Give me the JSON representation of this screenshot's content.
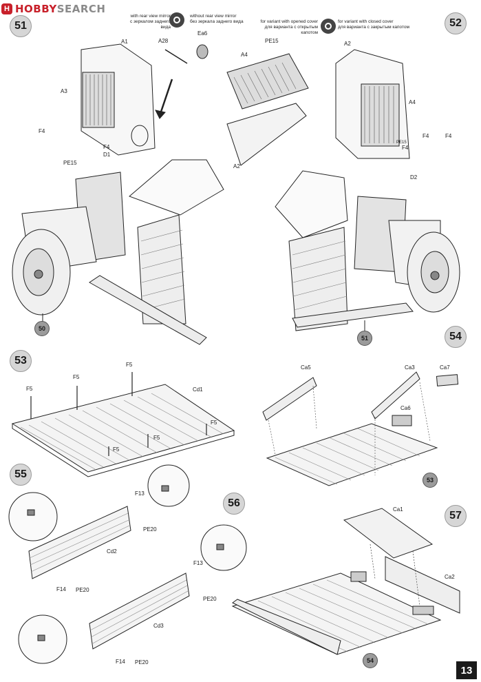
{
  "watermark": {
    "brand": "HOBBY",
    "suffix": "SEARCH",
    "logo": "H"
  },
  "page_number": "13",
  "steps": [
    "51",
    "52",
    "53",
    "54",
    "55",
    "56",
    "57"
  ],
  "refs": {
    "r50": "50",
    "r51": "51",
    "r53": "53",
    "r54": "54"
  },
  "variants": {
    "left": {
      "with_en": "with rear view mirror",
      "with_ru": "с зеркалом заднего вида",
      "without_en": "without rear view mirror",
      "without_ru": "без зеркала заднего вида"
    },
    "right": {
      "opened_en": "for variant with opened cover",
      "opened_ru": "для варианта с открытым капотом",
      "closed_en": "for variant with closed cover",
      "closed_ru": "для варианта с закрытым капотом"
    }
  },
  "labels": {
    "s51": [
      "A1",
      "A28",
      "Ea6",
      "A3",
      "F4",
      "F4",
      "D1",
      "PE15"
    ],
    "s52": [
      "PE15",
      "A2",
      "A4",
      "A4",
      "A2",
      "F4",
      "F4",
      "F4",
      "PE15",
      "D2"
    ],
    "s53": [
      "F5",
      "F5",
      "F5",
      "Cd1",
      "F5",
      "F5",
      "F5"
    ],
    "s54": [
      "Ca5",
      "Ca3",
      "Ca7",
      "Ca6"
    ],
    "s55": [
      "F13",
      "PE20",
      "Cd2",
      "F14",
      "PE20"
    ],
    "s56": [
      "F13",
      "PE20",
      "Cd3",
      "F14",
      "PE20"
    ],
    "s57": [
      "Ca1",
      "Ca2"
    ]
  }
}
